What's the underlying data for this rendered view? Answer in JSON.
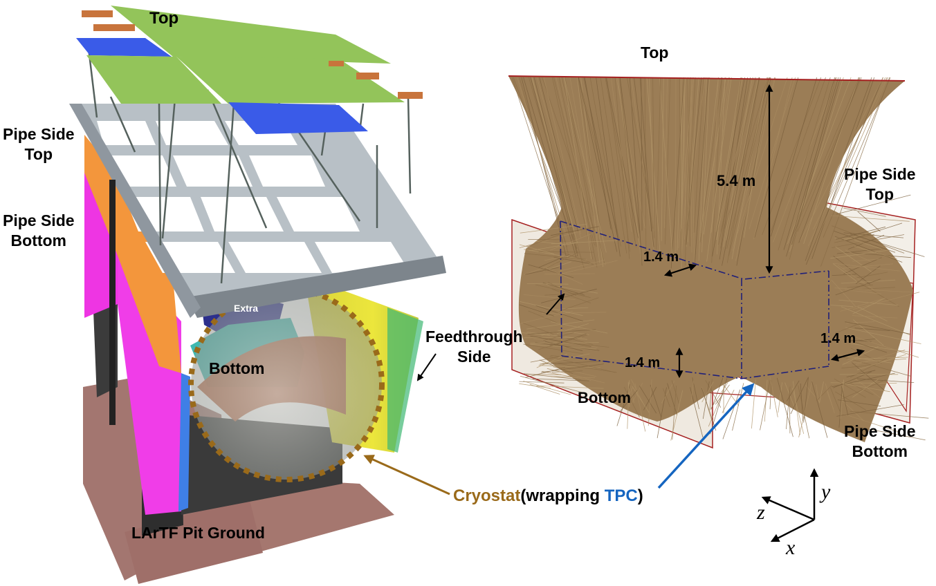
{
  "left_panel": {
    "top_label": "Top",
    "pipe_side_top": [
      "Pipe Side",
      "Top"
    ],
    "pipe_side_bottom": [
      "Pipe Side",
      "Bottom"
    ],
    "extra_label": "Extra",
    "bottom_label": "Bottom",
    "feedthrough_side": [
      "Feedthrough",
      "Side"
    ],
    "ground_label": "LArTF Pit Ground"
  },
  "right_panel": {
    "top_label": "Top",
    "pipe_side_top": [
      "Pipe Side",
      "Top"
    ],
    "pipe_side_bottom": [
      "Pipe Side",
      "Bottom"
    ],
    "bottom_label": "Bottom",
    "dimensions": {
      "height": "5.4 m",
      "gap_left": "1.4 m",
      "gap_bottom": "1.4 m",
      "gap_right": "1.4 m"
    }
  },
  "caption": {
    "cryostat": "Cryostat",
    "wrapping_open": "(wrapping ",
    "tpc": "TPC",
    "wrapping_close": ")"
  },
  "axes": {
    "x": "x",
    "y": "y",
    "z": "z"
  },
  "colors": {
    "top_green": "#93c45a",
    "top_blue": "#3a5be8",
    "steel": "#8f979f",
    "pipe_orange": "#f3963c",
    "magenta": "#f033e6",
    "yellow": "#e8e23a",
    "teal": "#3fb9b0",
    "copper": "#b8633e",
    "ground": "#a5776f",
    "fiber": "#9b7d56",
    "panel_red": "#a52020",
    "tpc_navy": "#20207a",
    "cryostat_gold": "#9a6a1a",
    "tpc_blue": "#1565c0"
  }
}
